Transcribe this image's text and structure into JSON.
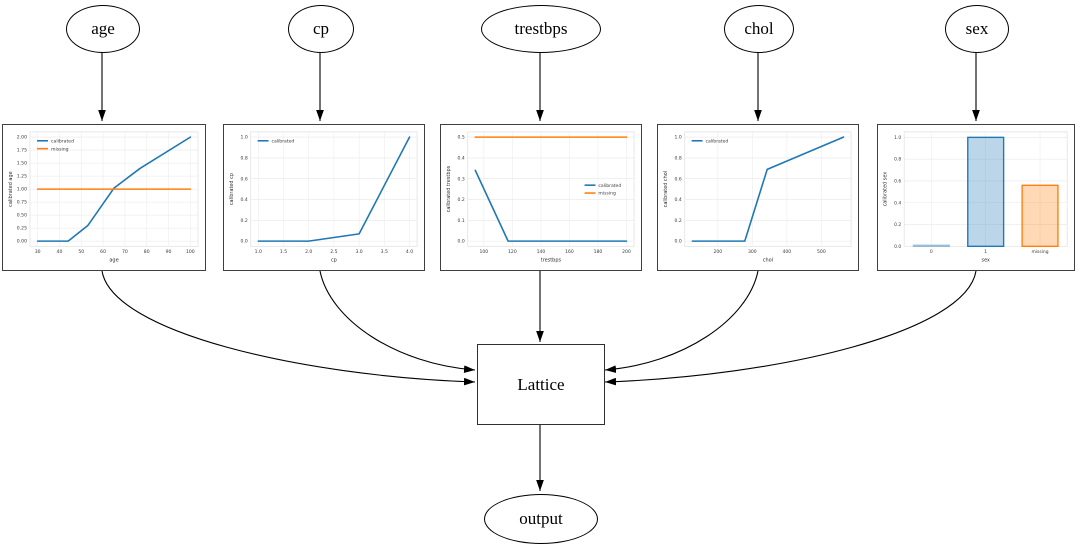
{
  "nodes": {
    "inputs": [
      {
        "label": "age"
      },
      {
        "label": "cp"
      },
      {
        "label": "trestbps"
      },
      {
        "label": "chol"
      },
      {
        "label": "sex"
      }
    ],
    "lattice": {
      "label": "Lattice"
    },
    "output": {
      "label": "output"
    }
  },
  "colors": {
    "calibrated": "#1f77b4",
    "missing": "#ff7f0e"
  },
  "chart_data": [
    {
      "id": "age",
      "type": "line",
      "xlabel": "age",
      "ylabel": "calibrated age",
      "xlim": [
        26.5,
        103.5
      ],
      "ylim": [
        -0.1,
        2.1
      ],
      "xticks": [
        30,
        40,
        50,
        60,
        70,
        80,
        90,
        100
      ],
      "xtick_labels": [
        "30",
        "40",
        "50",
        "60",
        "70",
        "80",
        "90",
        "100"
      ],
      "yticks": [
        0,
        0.25,
        0.5,
        0.75,
        1,
        1.25,
        1.5,
        1.75,
        2
      ],
      "ytick_labels": [
        "0.00",
        "0.25",
        "0.50",
        "0.75",
        "1.00",
        "1.25",
        "1.50",
        "1.75",
        "2.00"
      ],
      "legend": {
        "position": "top-left",
        "entries": [
          {
            "label": "calibrated",
            "color": "#1f77b4"
          },
          {
            "label": "missing",
            "color": "#ff7f0e"
          }
        ]
      },
      "series": [
        {
          "name": "calibrated",
          "color": "#1f77b4",
          "points": [
            [
              30,
              0
            ],
            [
              44,
              0
            ],
            [
              53,
              0.3
            ],
            [
              65,
              1.02
            ],
            [
              77,
              1.4
            ],
            [
              100,
              2.0
            ]
          ]
        },
        {
          "name": "missing",
          "color": "#ff7f0e",
          "points": [
            [
              30,
              1.0
            ],
            [
              100,
              1.0
            ]
          ]
        }
      ]
    },
    {
      "id": "cp",
      "type": "line",
      "xlabel": "cp",
      "ylabel": "calibrated cp",
      "xlim": [
        0.85,
        4.15
      ],
      "ylim": [
        -0.05,
        1.05
      ],
      "xticks": [
        1.0,
        1.5,
        2.0,
        2.5,
        3.0,
        3.5,
        4.0
      ],
      "xtick_labels": [
        "1.0",
        "1.5",
        "2.0",
        "2.5",
        "3.0",
        "3.5",
        "4.0"
      ],
      "yticks": [
        0,
        0.2,
        0.4,
        0.6,
        0.8,
        1.0
      ],
      "ytick_labels": [
        "0.0",
        "0.2",
        "0.4",
        "0.6",
        "0.8",
        "1.0"
      ],
      "legend": {
        "position": "top-left",
        "entries": [
          {
            "label": "calibrated",
            "color": "#1f77b4"
          }
        ]
      },
      "series": [
        {
          "name": "calibrated",
          "color": "#1f77b4",
          "points": [
            [
              1,
              0
            ],
            [
              2,
              0
            ],
            [
              3,
              0.07
            ],
            [
              4,
              1.0
            ]
          ]
        }
      ]
    },
    {
      "id": "trestbps",
      "type": "line",
      "xlabel": "trestbps",
      "ylabel": "calibrated trestbps",
      "xlim": [
        88.7,
        205.3
      ],
      "ylim": [
        -0.025,
        0.525
      ],
      "xticks": [
        100,
        120,
        140,
        160,
        180,
        200
      ],
      "xtick_labels": [
        "100",
        "120",
        "140",
        "160",
        "180",
        "200"
      ],
      "yticks": [
        0,
        0.1,
        0.2,
        0.3,
        0.4,
        0.5
      ],
      "ytick_labels": [
        "0.0",
        "0.1",
        "0.2",
        "0.3",
        "0.4",
        "0.5"
      ],
      "legend": {
        "position": "center-right",
        "entries": [
          {
            "label": "calibrated",
            "color": "#1f77b4"
          },
          {
            "label": "missing",
            "color": "#ff7f0e"
          }
        ]
      },
      "series": [
        {
          "name": "calibrated",
          "color": "#1f77b4",
          "points": [
            [
              94,
              0.34
            ],
            [
              117,
              0
            ],
            [
              200,
              0
            ]
          ]
        },
        {
          "name": "missing",
          "color": "#ff7f0e",
          "points": [
            [
              94,
              0.5
            ],
            [
              200,
              0.5
            ]
          ]
        }
      ]
    },
    {
      "id": "chol",
      "type": "line",
      "xlabel": "chol",
      "ylabel": "calibrated chol",
      "xlim": [
        104,
        586
      ],
      "ylim": [
        -0.05,
        1.05
      ],
      "xticks": [
        200,
        300,
        400,
        500
      ],
      "xtick_labels": [
        "200",
        "300",
        "400",
        "500"
      ],
      "yticks": [
        0,
        0.2,
        0.4,
        0.6,
        0.8,
        1.0
      ],
      "ytick_labels": [
        "0.0",
        "0.2",
        "0.4",
        "0.6",
        "0.8",
        "1.0"
      ],
      "legend": {
        "position": "top-left",
        "entries": [
          {
            "label": "calibrated",
            "color": "#1f77b4"
          }
        ]
      },
      "series": [
        {
          "name": "calibrated",
          "color": "#1f77b4",
          "points": [
            [
              126,
              0
            ],
            [
              278,
              0
            ],
            [
              343,
              0.69
            ],
            [
              564,
              1.0
            ]
          ]
        }
      ]
    },
    {
      "id": "sex",
      "type": "bar",
      "xlabel": "sex",
      "ylabel": "calibrated sex",
      "categories": [
        "0",
        "1",
        "missing"
      ],
      "values": [
        0.01,
        1.0,
        0.56
      ],
      "ylim": [
        0,
        1.05
      ],
      "yticks": [
        0,
        0.2,
        0.4,
        0.6,
        0.8,
        1.0
      ],
      "ytick_labels": [
        "0.0",
        "0.2",
        "0.4",
        "0.6",
        "0.8",
        "1.0"
      ],
      "bar_styles": [
        {
          "fill": "rgba(31,119,180,0.15)",
          "stroke": "rgba(31,119,180,0.4)"
        },
        {
          "fill": "rgba(31,119,180,0.3)",
          "stroke": "#1f77b4"
        },
        {
          "fill": "rgba(255,127,14,0.3)",
          "stroke": "#ff7f0e"
        }
      ]
    }
  ]
}
